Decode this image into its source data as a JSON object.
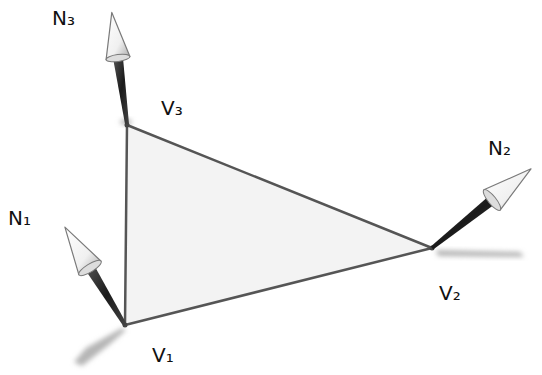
{
  "diagram": {
    "labels": [
      "N₃",
      "V₃",
      "N₂",
      "N₁",
      "V₂",
      "V₁"
    ]
  }
}
